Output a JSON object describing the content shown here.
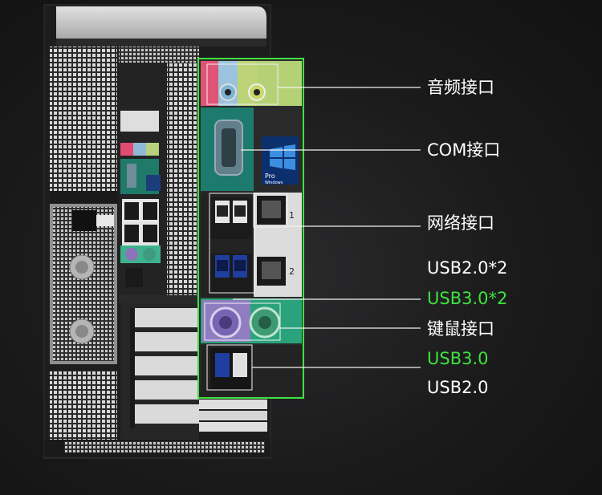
{
  "labels": {
    "audio": "音频接口",
    "com": "COM接口",
    "network": "网络接口",
    "usb_a": "USB2.0*2",
    "usb_b": "USB3.0*2",
    "keyboard_mouse": "键鼠接口",
    "usb_c": "USB3.0",
    "usb_d": "USB2.0"
  },
  "panel_text": {
    "pro": "Pro",
    "windows": "Windows",
    "port1": "1",
    "port2": "2"
  },
  "colors": {
    "highlight": "#3fe13f",
    "label_text": "#ffffff",
    "background": "#1c1c1d"
  }
}
